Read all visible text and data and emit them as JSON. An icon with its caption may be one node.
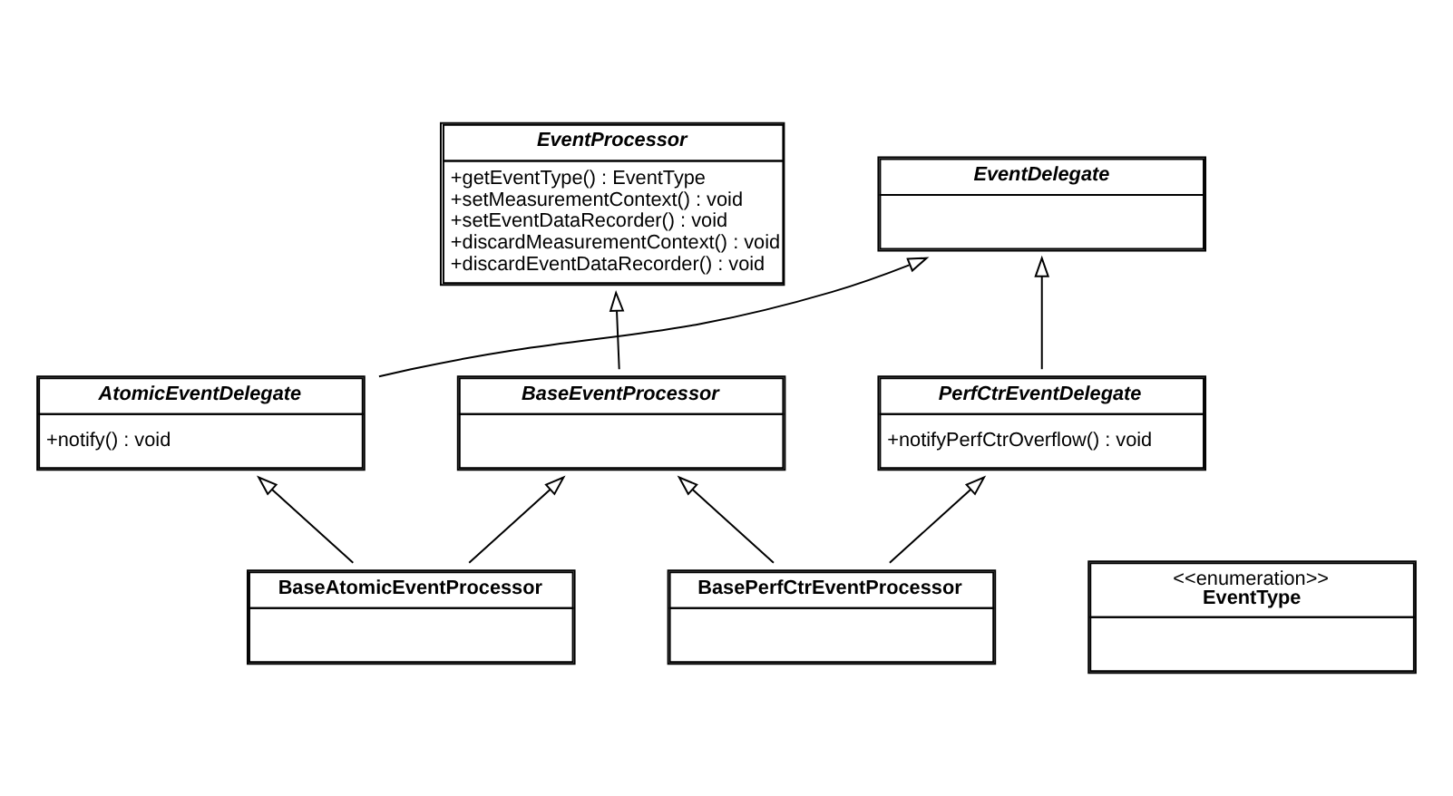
{
  "diagram": {
    "nodes": [
      {
        "text": [
          "EventDelegate"
        ]
      },
      {
        "text": [
          "EventProcessor",
          "+getEventType() : EventType",
          "+setMeasurementContext() : void",
          "+setEventDataRecorder() : void",
          "+discardMeasurementContext() : void",
          "+discardEventDataRecorder() : void"
        ]
      },
      {
        "text": [
          "PerfCtrEventDelegate",
          "+notifyPerfCtrOverflow() : void"
        ]
      },
      {
        "text": [
          "AtomicEventDelegate",
          "+notify() : void"
        ]
      },
      {
        "text": [
          "BaseEventProcessor"
        ]
      },
      {
        "text": [
          "BasePerfCtrEventProcessor"
        ]
      },
      {
        "text": [
          "BaseAtomicEventProcessor"
        ]
      },
      {
        "text": [
          "<<enumeration>>",
          "EventType"
        ]
      }
    ],
    "edges": [
      {
        "from": 2,
        "to": 0,
        "arrow": "to"
      },
      {
        "from": 3,
        "to": 0,
        "arrow": "to"
      },
      {
        "from": 4,
        "to": 1,
        "arrow": "to"
      },
      {
        "from": 5,
        "to": 2,
        "arrow": "to"
      },
      {
        "from": 5,
        "to": 4,
        "arrow": "to"
      },
      {
        "from": 6,
        "to": 3,
        "arrow": "to"
      },
      {
        "from": 6,
        "to": 4,
        "arrow": "to"
      }
    ]
  }
}
